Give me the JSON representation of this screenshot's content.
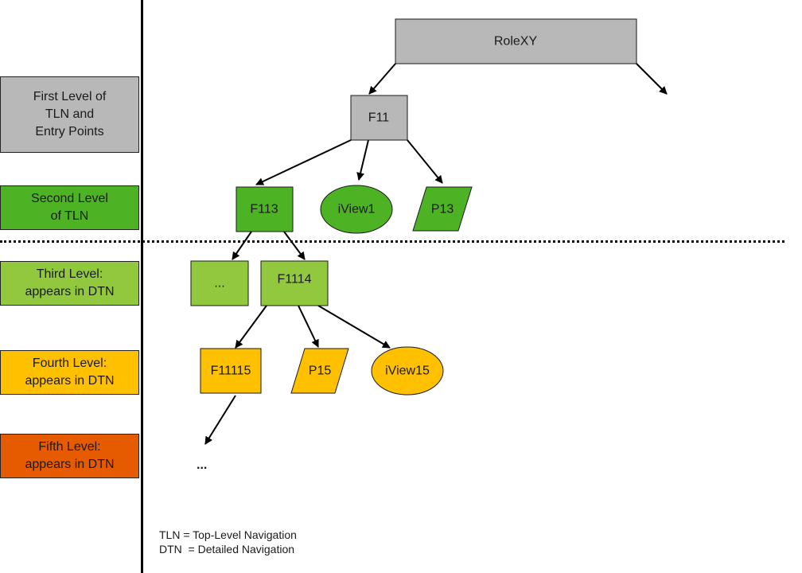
{
  "levels": [
    {
      "label": "First Level of\nTLN and\nEntry Points",
      "color": "#b8b8b8"
    },
    {
      "label": "Second Level\nof TLN",
      "color": "#4db325"
    },
    {
      "label": "Third Level:\nappears in DTN",
      "color": "#92c83e"
    },
    {
      "label": "Fourth Level:\nappears in DTN",
      "color": "#ffc000"
    },
    {
      "label": "Fifth Level:\nappears in DTN",
      "color": "#e65a00"
    }
  ],
  "nodes": {
    "root": {
      "label": "RoleXY",
      "shape": "rectangle",
      "level": 1
    },
    "f11": {
      "label": "F11",
      "shape": "rectangle",
      "level": 1
    },
    "f113": {
      "label": "F113",
      "shape": "rectangle",
      "level": 2
    },
    "iview1": {
      "label": "iView1",
      "shape": "ellipse",
      "level": 2
    },
    "p13": {
      "label": "P13",
      "shape": "parallelogram",
      "level": 2
    },
    "more3": {
      "label": "...",
      "shape": "rectangle",
      "level": 3
    },
    "f1114": {
      "label": "F1114",
      "shape": "rectangle",
      "level": 3
    },
    "f11115": {
      "label": "F11115",
      "shape": "rectangle",
      "level": 4
    },
    "p15": {
      "label": "P15",
      "shape": "parallelogram",
      "level": 4
    },
    "iview15": {
      "label": "iView15",
      "shape": "ellipse",
      "level": 4
    }
  },
  "edges": [
    [
      "root",
      "f11"
    ],
    [
      "root",
      "offscreen"
    ],
    [
      "f11",
      "f113"
    ],
    [
      "f11",
      "iview1"
    ],
    [
      "f11",
      "p13"
    ],
    [
      "f113",
      "more3"
    ],
    [
      "f113",
      "f1114"
    ],
    [
      "f1114",
      "f11115"
    ],
    [
      "f1114",
      "p15"
    ],
    [
      "f1114",
      "iview15"
    ],
    [
      "f11115",
      "more5"
    ]
  ],
  "fifth_level_placeholder": "...",
  "legend": [
    "TLN = Top-Level Navigation",
    "DTN  = Detailed Navigation"
  ]
}
